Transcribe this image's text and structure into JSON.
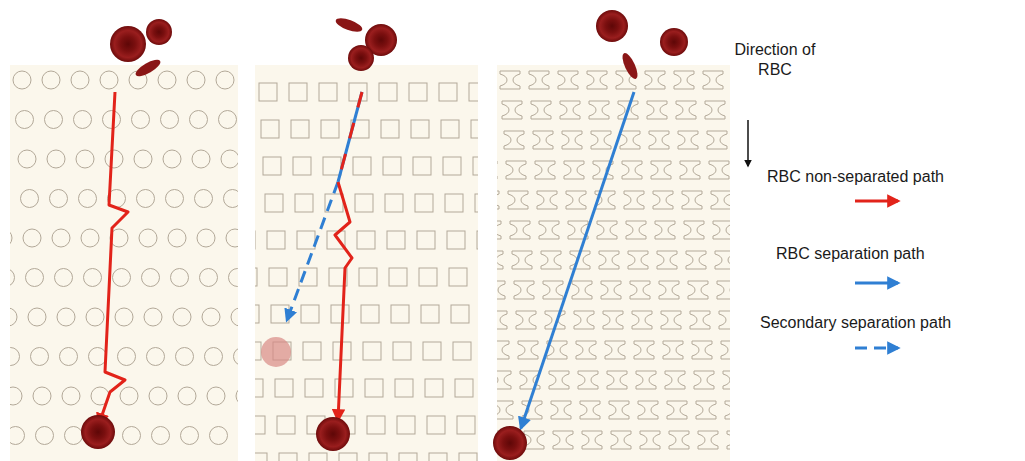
{
  "diagram": {
    "legend": [
      {
        "text": "Direction of RBC"
      },
      {
        "text": "RBC non-separated path"
      },
      {
        "text": "RBC separation path"
      },
      {
        "text": "Secondary separation path"
      }
    ]
  }
}
